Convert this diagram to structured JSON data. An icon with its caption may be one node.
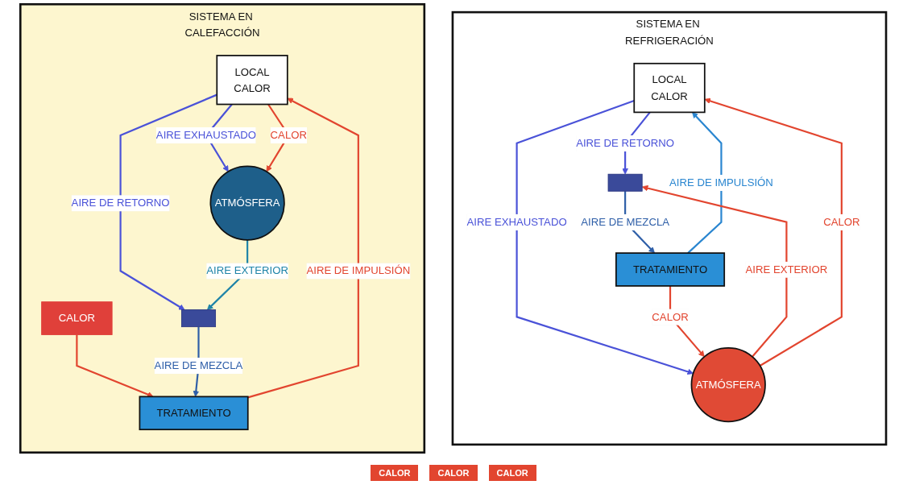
{
  "diagram": {
    "nodes": [
      {
        "text": [
          "SISTEMA EN CALEFACCIÓN"
        ]
      },
      {
        "text": [
          "LOCAL",
          "CALOR"
        ],
        "in": 0
      },
      {
        "text": [
          "TRATAMIENTO"
        ],
        "in": 0
      },
      {
        "text": [
          "CALOR"
        ],
        "in": 0
      },
      {
        "text": [],
        "shape": "box",
        "in": 0
      },
      {
        "text": [
          "ATMÓSFERA"
        ],
        "in": 0
      },
      {
        "text": [
          "SISTEMA EN REFRIGERACIÓN"
        ]
      },
      {
        "text": [
          "LOCAL",
          "CALOR"
        ],
        "in": 6
      },
      {
        "text": [
          "TRATAMIENTO"
        ],
        "in": 6
      },
      {
        "text": [],
        "shape": "box",
        "in": 6
      },
      {
        "text": [
          "ATMÓSFERA"
        ],
        "in": 6
      }
    ],
    "edges": [
      {
        "from": 2,
        "to": 1,
        "arrow": "to",
        "label": "AIRE DE IMPULSIÓN",
        "color": "#e2452f"
      },
      {
        "from": 3,
        "to": 2,
        "arrow": "to",
        "color": "#e2452f"
      },
      {
        "from": 1,
        "to": 4,
        "arrow": "to",
        "label": "AIRE DE RETORNO",
        "color": "#4a52d8"
      },
      {
        "from": 4,
        "to": 2,
        "arrow": "to",
        "label": "AIRE DE MEZCLA",
        "color": "#2f5fa8"
      },
      {
        "from": 1,
        "to": 5,
        "arrow": "to",
        "label": "AIRE EXHAUSTADO",
        "color": "#4a52d8"
      },
      {
        "from": 5,
        "to": 4,
        "arrow": "to",
        "label": "AIRE EXTERIOR",
        "color": "#1f84a8"
      },
      {
        "from": 1,
        "to": 5,
        "arrow": "to",
        "label": "CALOR",
        "color": "#e2452f"
      },
      {
        "from": 8,
        "to": 7,
        "arrow": "to",
        "label": "AIRE DE IMPULSIÓN",
        "color": "#2a86d0"
      },
      {
        "from": 7,
        "to": 9,
        "arrow": "to",
        "label": "AIRE DE RETORNO",
        "color": "#4a52d8"
      },
      {
        "from": 9,
        "to": 8,
        "arrow": "to",
        "label": "AIRE DE MEZCLA",
        "color": "#2f5fa8"
      },
      {
        "from": 7,
        "to": 10,
        "arrow": "to",
        "label": "AIRE EXHAUSTADO",
        "color": "#4a52d8"
      },
      {
        "from": 10,
        "to": 9,
        "arrow": "to",
        "label": "AIRE EXTERIOR",
        "color": "#e2452f"
      },
      {
        "from": 8,
        "to": 10,
        "arrow": "to",
        "label": "CALOR",
        "color": "#e2452f"
      },
      {
        "from": 10,
        "to": 7,
        "arrow": "to",
        "label": "CALOR",
        "color": "#e2452f"
      }
    ],
    "labels": [
      "CALOR",
      "CALOR",
      "CALOR"
    ]
  }
}
